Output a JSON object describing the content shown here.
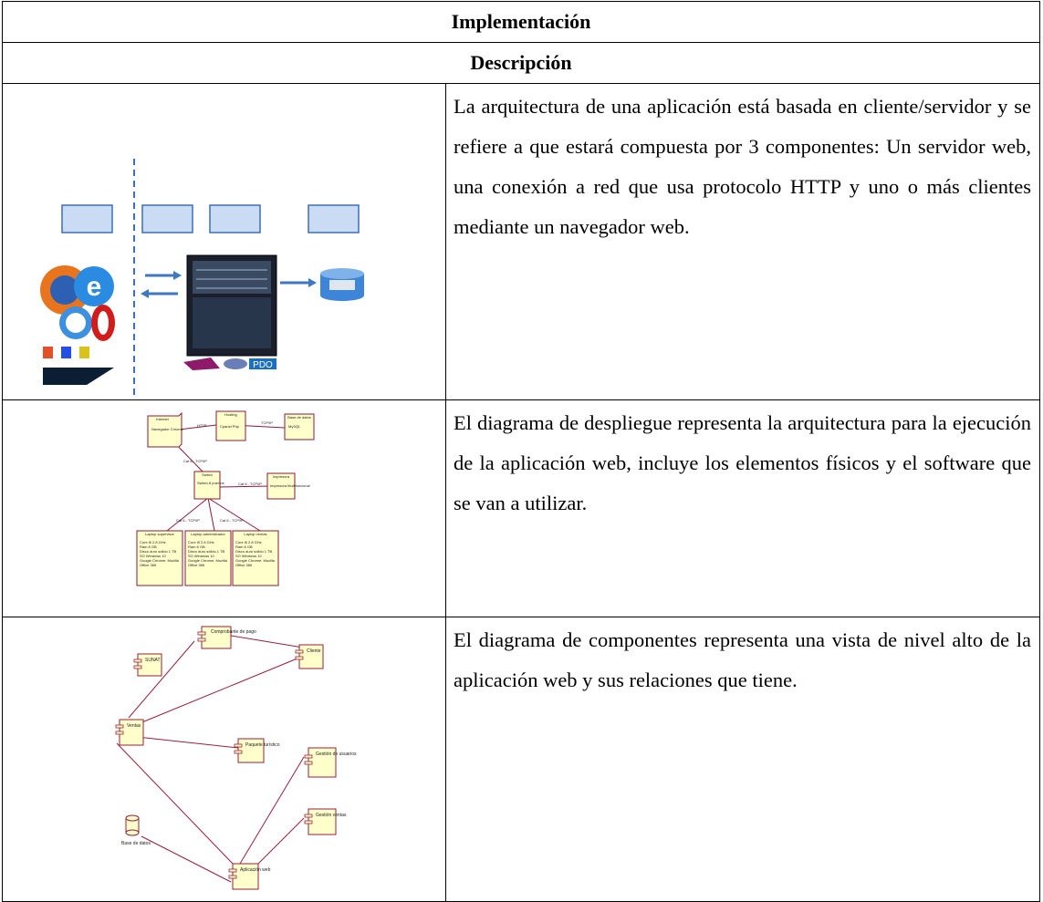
{
  "table": {
    "header_title": "Implementación",
    "header_subtitle": "Descripción",
    "rows": [
      {
        "figure": "architecture-diagram",
        "description": "La arquitectura de una aplicación está basada en cliente/servidor y se refiere a que estará compuesta por 3 componentes:  Un servidor web, una conexión a red que usa protocolo HTTP y uno o más clientes mediante un navegador web."
      },
      {
        "figure": "deployment-diagram",
        "description": "El diagrama de despliegue representa la arquitectura para la ejecución de la aplicación web, incluye los elementos físicos y el software que se van a utilizar."
      },
      {
        "figure": "component-diagram",
        "description": "El diagrama de componentes representa una vista de nivel alto de la aplicación web y sus relaciones que tiene."
      }
    ]
  },
  "architecture": {
    "logo_label": "PDO"
  },
  "deployment": {
    "nodes": [
      "Internet",
      "Hosting",
      "Base de datos",
      "Switch",
      "Impresora",
      "Laptop supervisor",
      "Laptop administrador",
      "Laptop ventas"
    ],
    "node_contents": [
      "Navegador Chrome",
      "Cpanel Php",
      "MySQL",
      "Switch 8 puertos",
      "Impresora Multifuncional"
    ],
    "laptop_specs": [
      "Core i5 2.8 GHz",
      "Ram 8 GB",
      "Disco duro sólido 1 TB",
      "SO Windows 10",
      "Google Chrome, Mozilla",
      "Office 365"
    ],
    "link_labels": [
      "HTTP",
      "TCP/IP",
      "Cat 6 - TCP/IP",
      "Cat 6 - TCP/IP",
      "Cat 6 - TCP/IP",
      "Cat 6 - TCP/IP"
    ]
  },
  "components": {
    "items": [
      "Comprobante de pago",
      "SUNAT",
      "Cliente",
      "Ventas",
      "Paquete turístico",
      "Gestión de usuarios",
      "Base de datos",
      "Gestión ventas",
      "Aplicación web"
    ]
  }
}
